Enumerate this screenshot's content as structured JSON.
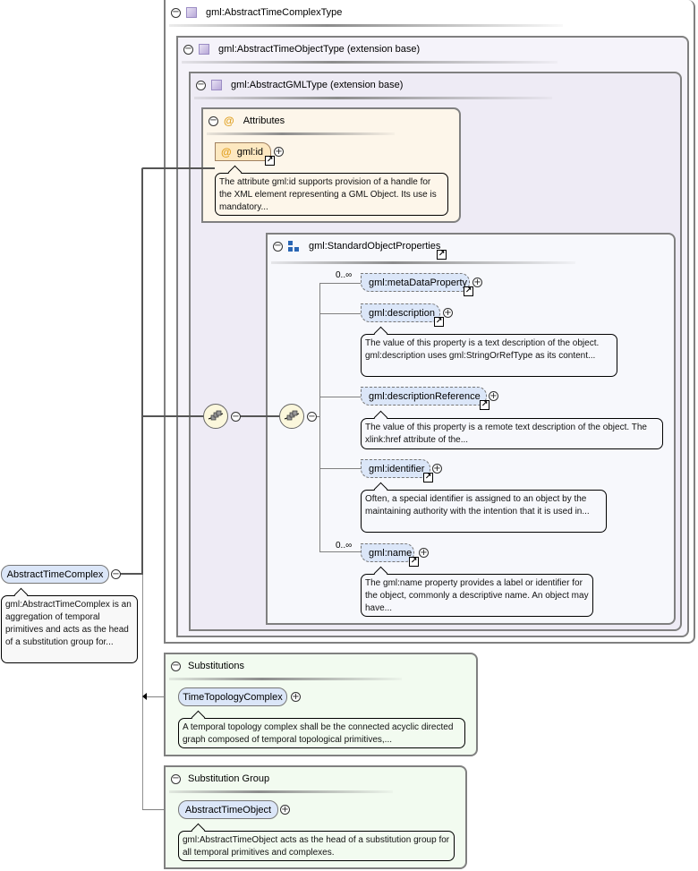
{
  "root_element": {
    "name": "AbstractTimeComplex",
    "doc": "gml:AbstractTimeComplex is an aggregation of temporal primitives and acts as the head of a substitution group for..."
  },
  "type_box": {
    "title": "gml:AbstractTimeComplexType",
    "extension1": "gml:AbstractTimeObjectType (extension base)",
    "extension2": "gml:AbstractGMLType (extension base)"
  },
  "attributes": {
    "title": "Attributes",
    "items": [
      {
        "name": "gml:id",
        "doc": "The attribute gml:id supports provision of a handle for the XML element representing a GML Object. Its use is mandatory..."
      }
    ]
  },
  "group": {
    "title": "gml:StandardObjectProperties",
    "elements": [
      {
        "name": "gml:metaDataProperty",
        "occurs": "0..∞",
        "doc": ""
      },
      {
        "name": "gml:description",
        "occurs": "",
        "doc": "The value of this property is a text description of the object. gml:description uses gml:StringOrRefType as its content..."
      },
      {
        "name": "gml:descriptionReference",
        "occurs": "",
        "doc": "The value of this property is a remote text description of the object. The xlink:href attribute of the..."
      },
      {
        "name": "gml:identifier",
        "occurs": "",
        "doc": "Often, a special identifier is assigned to an object by the maintaining authority with the intention that it is used in..."
      },
      {
        "name": "gml:name",
        "occurs": "0..∞",
        "doc": "The gml:name property provides a label or identifier for the object, commonly a descriptive name. An object may have..."
      }
    ]
  },
  "substitutions": {
    "title": "Substitutions",
    "element": "TimeTopologyComplex",
    "doc": "A temporal topology complex shall be the connected acyclic directed graph composed of temporal topological primitives,..."
  },
  "substitution_group": {
    "title": "Substitution Group",
    "element": "AbstractTimeObject",
    "doc": "gml:AbstractTimeObject acts as the head of a substitution group for all temporal primitives and complexes."
  },
  "glyphs": {
    "minus": "−",
    "plus": "+",
    "at": "@",
    "ref": "↗"
  },
  "colors": {
    "element_fill": "#dbe6f8",
    "attribute_fill": "#fde8c0",
    "compositor_fill": "#fbf7dc",
    "substitution_bg": "#f2fbf0"
  }
}
